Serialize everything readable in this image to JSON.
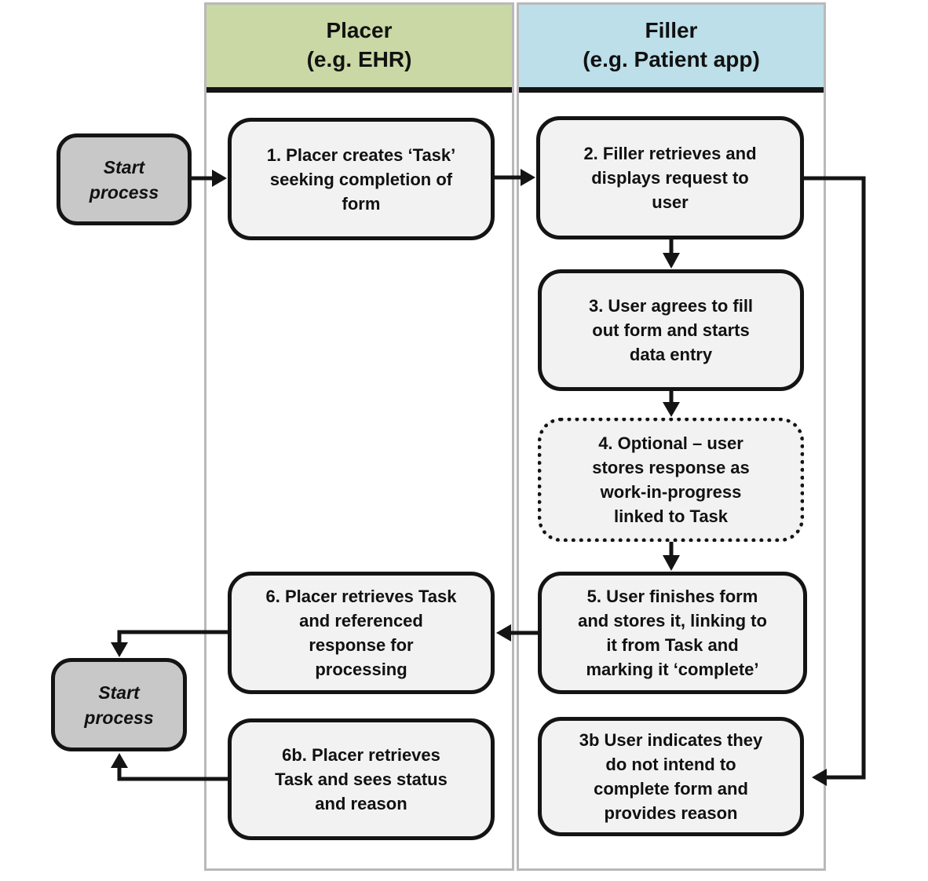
{
  "lanes": {
    "placer": {
      "name": "Placer",
      "example": "(e.g. EHR)"
    },
    "filler": {
      "name": "Filler",
      "example": "(e.g. Patient app)"
    }
  },
  "nodes": {
    "start_top": {
      "label": "Start\nprocess"
    },
    "n1": {
      "label": "1. Placer creates ‘Task’\nseeking completion of\nform"
    },
    "n2": {
      "label": "2. Filler retrieves and\ndisplays request to\nuser"
    },
    "n3": {
      "label": "3. User agrees to fill\nout form and starts\ndata entry"
    },
    "n4": {
      "label": "4. Optional – user\nstores response as\nwork-in-progress\nlinked to Task"
    },
    "n5": {
      "label": "5. User finishes form\nand stores it, linking to\nit from Task and\nmarking it ‘complete’"
    },
    "n6": {
      "label": "6. Placer retrieves Task\nand referenced\nresponse for\nprocessing"
    },
    "n6b": {
      "label": "6b. Placer retrieves\nTask and sees  status\nand reason"
    },
    "n3b": {
      "label": "3b User indicates they\ndo not intend to\ncomplete form and\nprovides reason"
    },
    "start_bottom": {
      "label": "Start\nprocess"
    }
  },
  "edges": [
    {
      "from": "start_top",
      "to": "n1"
    },
    {
      "from": "n1",
      "to": "n2"
    },
    {
      "from": "n2",
      "to": "n3"
    },
    {
      "from": "n3",
      "to": "n4"
    },
    {
      "from": "n4",
      "to": "n5"
    },
    {
      "from": "n5",
      "to": "n6"
    },
    {
      "from": "n6",
      "to": "start_bottom"
    },
    {
      "from": "n6b",
      "to": "start_bottom"
    },
    {
      "from": "n2",
      "to": "n3b"
    }
  ],
  "colors": {
    "placer_header": "#c9d8a5",
    "filler_header": "#bcdfe9",
    "node_fill": "#f2f2f2",
    "start_fill": "#c8c8c8",
    "line": "#141414",
    "lane_border": "#b9b9b9"
  }
}
